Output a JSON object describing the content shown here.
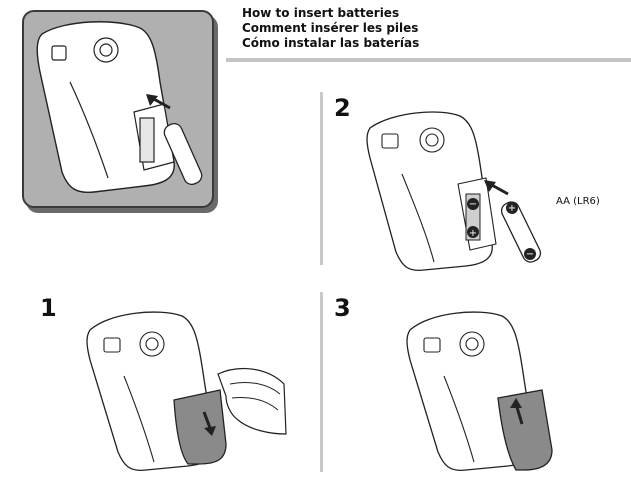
{
  "header": {
    "lines": [
      "How to insert batteries",
      "Comment insérer les piles",
      "Cómo instalar las baterías"
    ]
  },
  "steps": [
    {
      "number": "1"
    },
    {
      "number": "2"
    },
    {
      "number": "3"
    }
  ],
  "battery_label": "AA (LR6)",
  "colors": {
    "line": "#222222",
    "cover_gray": "#8a8a8a",
    "inset_bg": "#b0b0b0",
    "rule": "#c4c4c4"
  }
}
